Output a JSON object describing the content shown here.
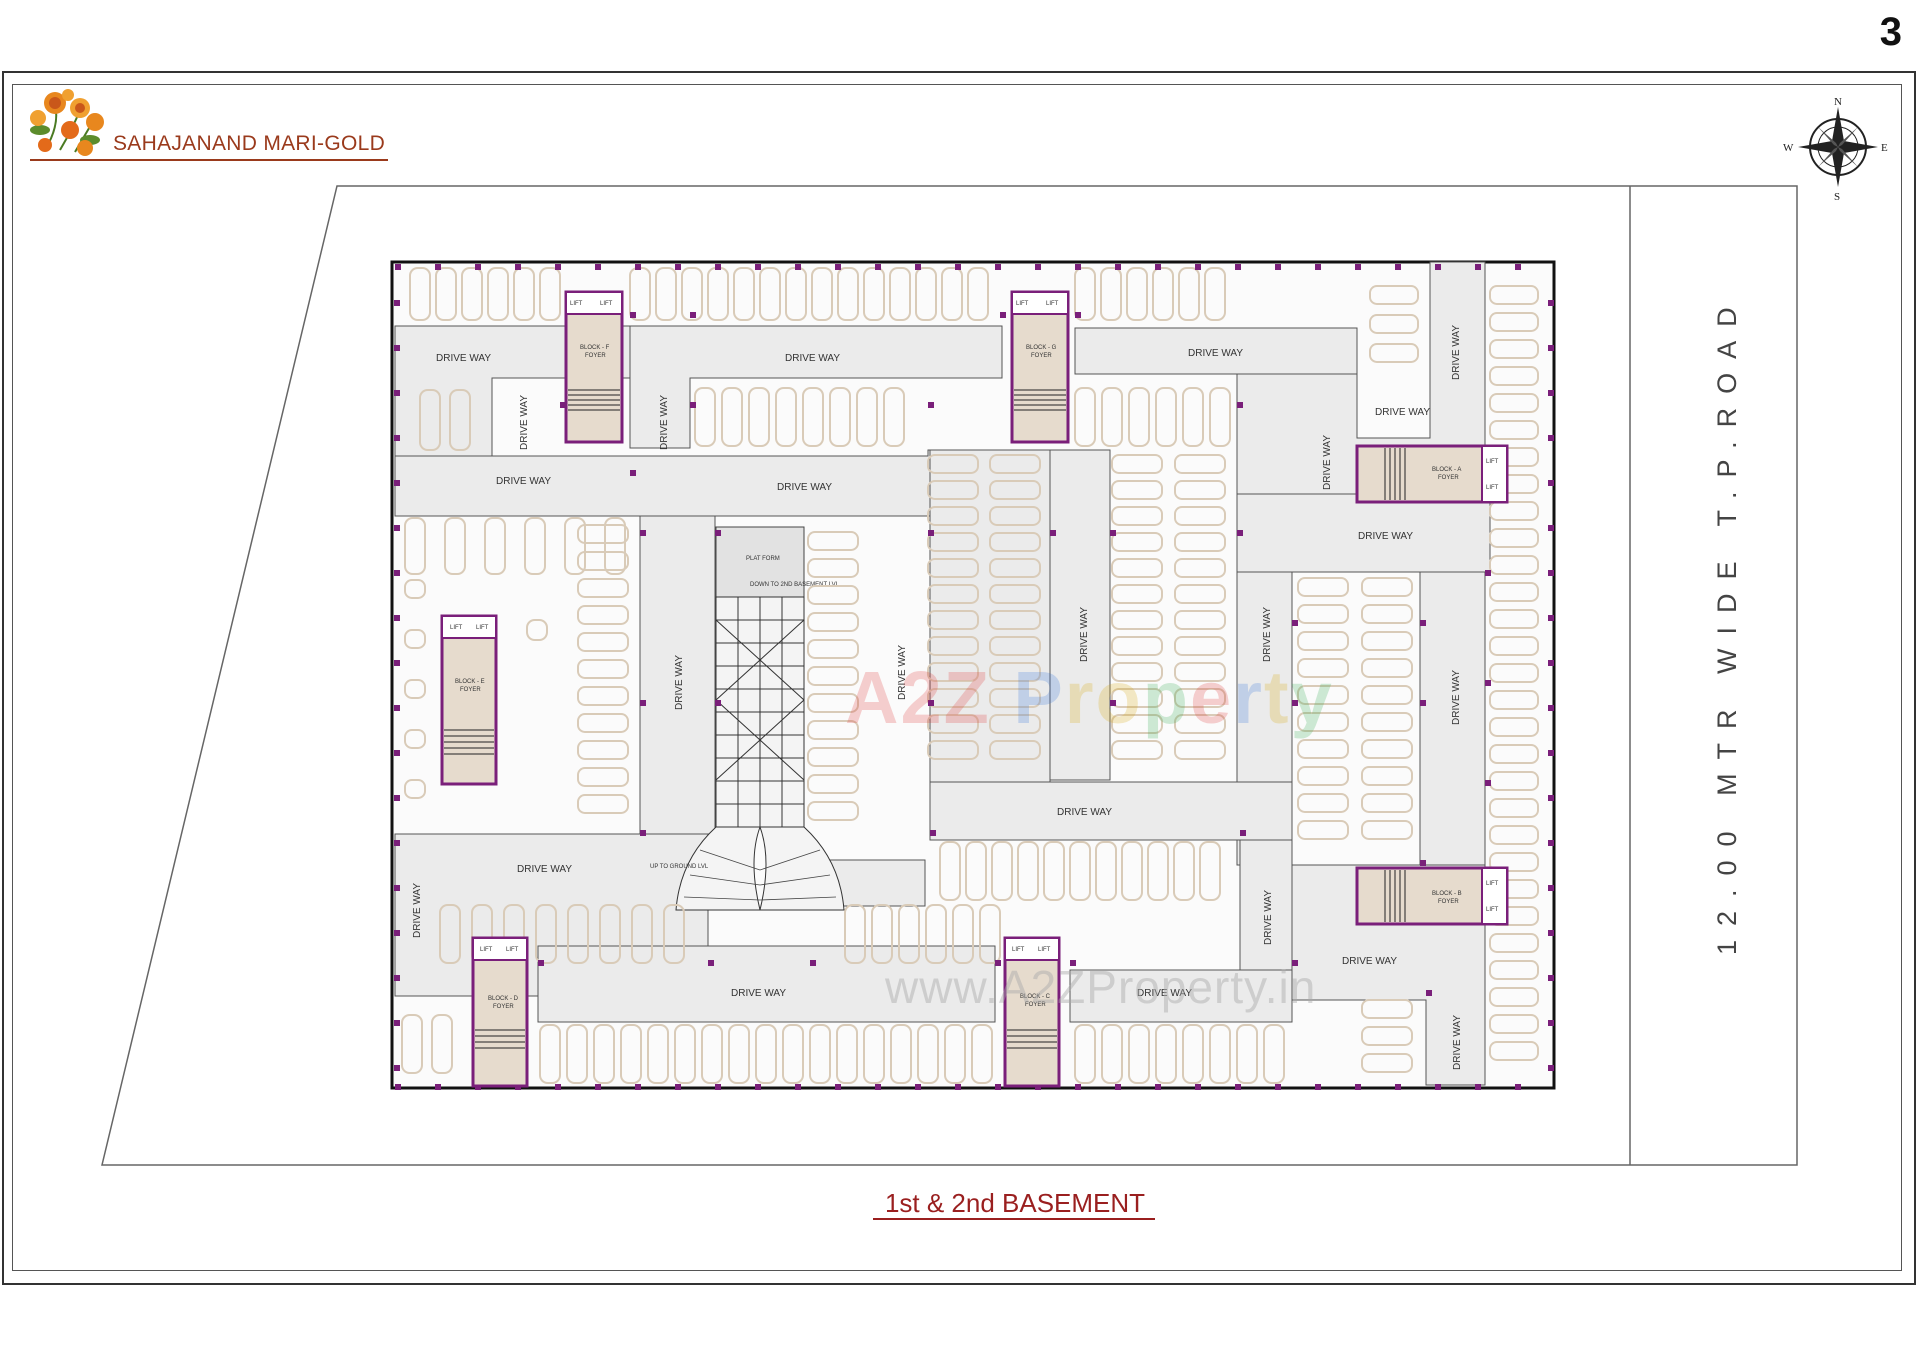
{
  "page_number": "3",
  "brand": {
    "name": "SAHAJANAND MARI-GOLD",
    "logo_icon": "marigold-flower-icon"
  },
  "sheet_title": "1st & 2nd BASEMENT",
  "road_label": "12.00 MTR WIDE T.P.ROAD",
  "compass": {
    "n": "N",
    "s": "S",
    "e": "E",
    "w": "W"
  },
  "drive_way_label": "DRIVE WAY",
  "blocks": {
    "a": "BLOCK - A",
    "b": "BLOCK - B",
    "c": "BLOCK - C",
    "d": "BLOCK - D",
    "e": "BLOCK - E",
    "f": "BLOCK - F",
    "g": "BLOCK - G"
  },
  "foyer_label": "FOYER",
  "lift_label": "LIFT",
  "ramp": {
    "platform": "PLAT FORM",
    "down": "DOWN TO 2ND BASEMENT LVL",
    "up": "UP TO GROUND LVL"
  },
  "watermark": {
    "brand": "A2Z Property",
    "url": "www.A2ZProperty.in"
  },
  "colors": {
    "accent": "#7a1f7a",
    "car": "#d9cbb8",
    "brand": "#9a3a1c",
    "drive": "#ebebeb"
  }
}
